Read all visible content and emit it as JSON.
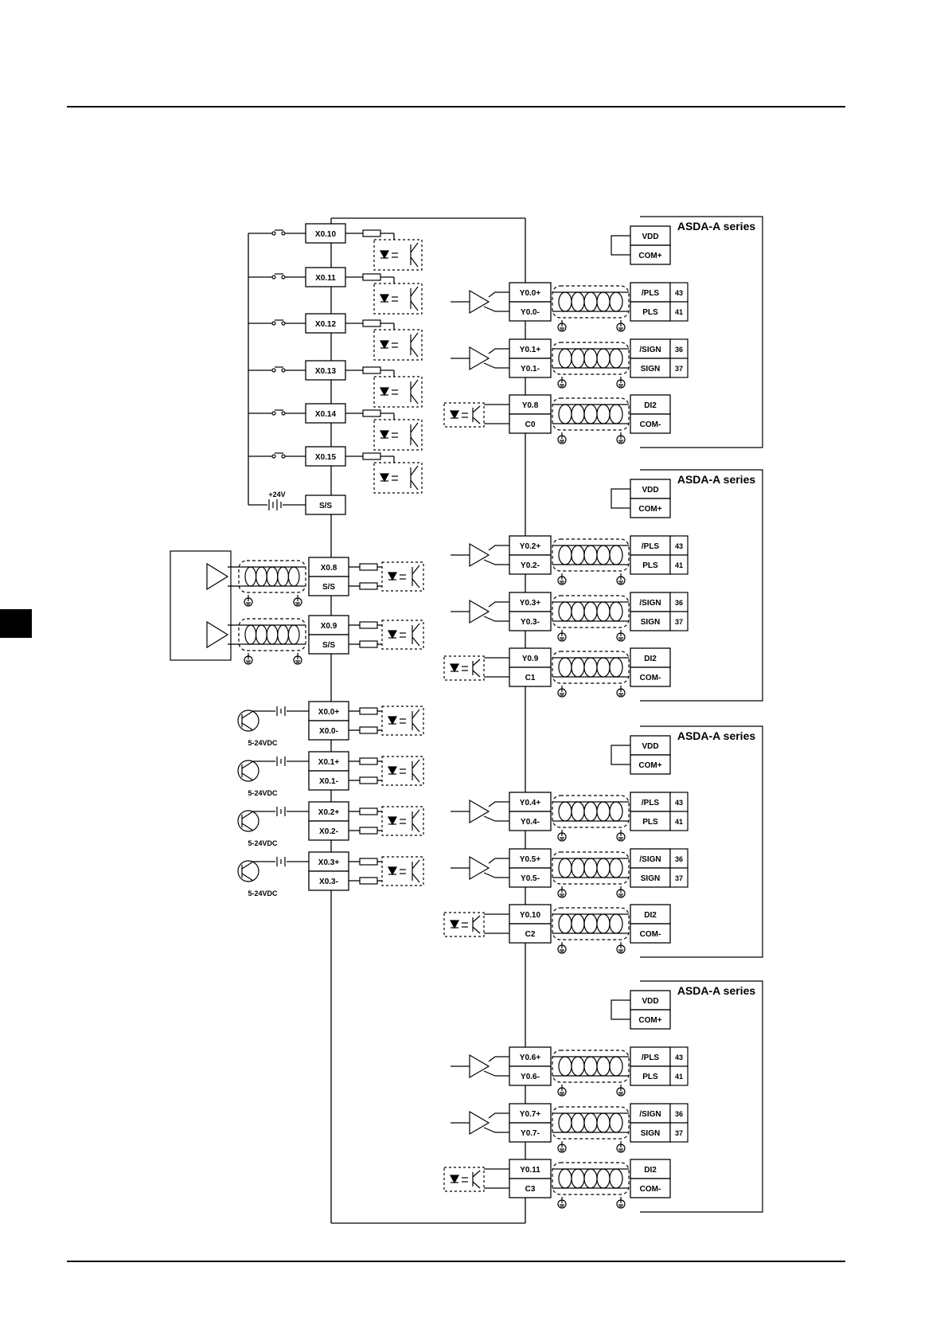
{
  "x_inputs_top": [
    "X0.10",
    "X0.11",
    "X0.12",
    "X0.13",
    "X0.14",
    "X0.15"
  ],
  "ss_label": "S/S",
  "supply_label": "+24V",
  "diff_inputs": [
    {
      "signal": "X0.8",
      "common": "S/S"
    },
    {
      "signal": "X0.9",
      "common": "S/S"
    }
  ],
  "sink_inputs": [
    {
      "plus": "X0.0+",
      "minus": "X0.0-",
      "voltage": "5-24VDC"
    },
    {
      "plus": "X0.1+",
      "minus": "X0.1-",
      "voltage": "5-24VDC"
    },
    {
      "plus": "X0.2+",
      "minus": "X0.2-",
      "voltage": "5-24VDC"
    },
    {
      "plus": "X0.3+",
      "minus": "X0.3-",
      "voltage": "5-24VDC"
    }
  ],
  "servo_groups": [
    {
      "title": "ASDA-A series",
      "vdd": "VDD",
      "com_plus": "COM+",
      "pls_pair": [
        "Y0.0+",
        "Y0.0-"
      ],
      "sign_pair": [
        "Y0.1+",
        "Y0.1-"
      ],
      "out_pair": [
        "Y0.8",
        "C0"
      ],
      "servo_pins": [
        "/PLS",
        "PLS",
        "/SIGN",
        "SIGN",
        "DI2",
        "COM-"
      ],
      "pin_numbers": [
        "43",
        "41",
        "36",
        "37"
      ]
    },
    {
      "title": "ASDA-A series",
      "vdd": "VDD",
      "com_plus": "COM+",
      "pls_pair": [
        "Y0.2+",
        "Y0.2-"
      ],
      "sign_pair": [
        "Y0.3+",
        "Y0.3-"
      ],
      "out_pair": [
        "Y0.9",
        "C1"
      ],
      "servo_pins": [
        "/PLS",
        "PLS",
        "/SIGN",
        "SIGN",
        "DI2",
        "COM-"
      ],
      "pin_numbers": [
        "43",
        "41",
        "36",
        "37"
      ]
    },
    {
      "title": "ASDA-A series",
      "vdd": "VDD",
      "com_plus": "COM+",
      "pls_pair": [
        "Y0.4+",
        "Y0.4-"
      ],
      "sign_pair": [
        "Y0.5+",
        "Y0.5-"
      ],
      "out_pair": [
        "Y0.10",
        "C2"
      ],
      "servo_pins": [
        "/PLS",
        "PLS",
        "/SIGN",
        "SIGN",
        "DI2",
        "COM-"
      ],
      "pin_numbers": [
        "43",
        "41",
        "36",
        "37"
      ]
    },
    {
      "title": "ASDA-A series",
      "vdd": "VDD",
      "com_plus": "COM+",
      "pls_pair": [
        "Y0.6+",
        "Y0.6-"
      ],
      "sign_pair": [
        "Y0.7+",
        "Y0.7-"
      ],
      "out_pair": [
        "Y0.11",
        "C3"
      ],
      "servo_pins": [
        "/PLS",
        "PLS",
        "/SIGN",
        "SIGN",
        "DI2",
        "COM-"
      ],
      "pin_numbers": [
        "43",
        "41",
        "36",
        "37"
      ]
    }
  ]
}
